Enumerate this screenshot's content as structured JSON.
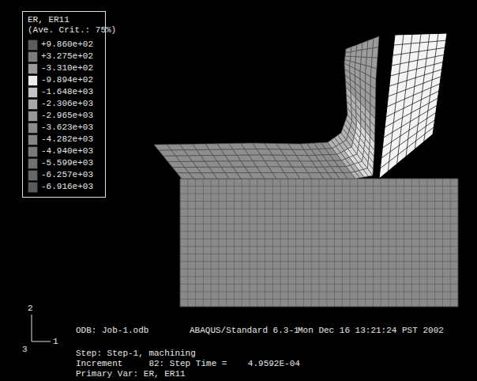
{
  "diagram": {
    "nodes": [
      {
        "text": [
          "ER, ER11",
          "(Ave. Crit.: 75%)"
        ]
      }
    ],
    "labels": [
      "2",
      "3",
      "1",
      "ODB: Job-1.odb",
      "ABAQUS/Standard 6.3-1",
      "Mon Dec 16 13:21:24 PST 2002",
      "Step: Step-1, machining",
      "Increment     82: Step Time =    4.9592E-04",
      "Primary Var: ER, ER11"
    ],
    "legend": [
      {
        "text": "+9.860e+02",
        "color": "#5c5c5c"
      },
      {
        "text": "+3.275e+02",
        "color": "#7c7c7c"
      },
      {
        "text": "-3.310e+02",
        "color": "#9a9a9a"
      },
      {
        "text": "-9.894e+02",
        "color": "#ececec"
      },
      {
        "text": "-1.648e+03",
        "color": "#c4c4c4"
      },
      {
        "text": "-2.306e+03",
        "color": "#a8a8a8"
      },
      {
        "text": "-2.965e+03",
        "color": "#969696"
      },
      {
        "text": "-3.623e+03",
        "color": "#8c8c8c"
      },
      {
        "text": "-4.282e+03",
        "color": "#848484"
      },
      {
        "text": "-4.940e+03",
        "color": "#7a7a7a"
      },
      {
        "text": "-5.599e+03",
        "color": "#707070"
      },
      {
        "text": "-6.257e+03",
        "color": "#666666"
      },
      {
        "text": "-6.916e+03",
        "color": "#5a5a5a"
      }
    ]
  }
}
